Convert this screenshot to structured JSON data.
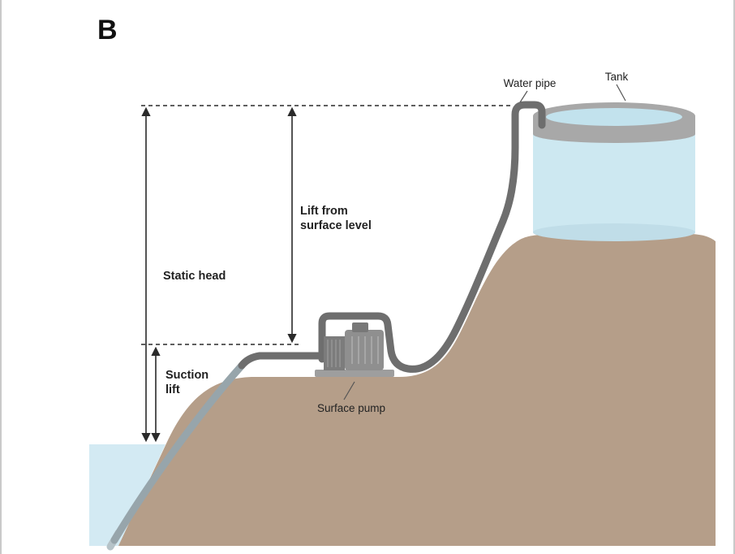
{
  "figure": {
    "panel_label": "B"
  },
  "part_labels": {
    "water_pipe": "Water pipe",
    "tank": "Tank",
    "surface_pump": "Surface pump"
  },
  "measurements": {
    "static_head": "Static head",
    "lift_from_surface_line1": "Lift from",
    "lift_from_surface_line2": "surface level",
    "suction_lift_line1": "Suction",
    "suction_lift_line2": "lift"
  },
  "colors": {
    "hill": "#b59e89",
    "water": "#d3eaf3",
    "tank_water": "#cde8f1",
    "tank_water_surface": "#c2e2ed",
    "tank_bottom_shade": "#c0dde8",
    "tank_gray": "#a8a8a8",
    "pipe": "#6e6e6e",
    "suction_pipe": "#97a5ab",
    "suction_tip": "#b6c3c8",
    "pump_base": "#9e9e9e",
    "pump_motor": "#7c7c7c",
    "pump_body": "#8f8f8f",
    "pump_cap": "#787878",
    "line": "#2a2a2a",
    "leader": "#555555",
    "frame": "#c9c9c9"
  }
}
